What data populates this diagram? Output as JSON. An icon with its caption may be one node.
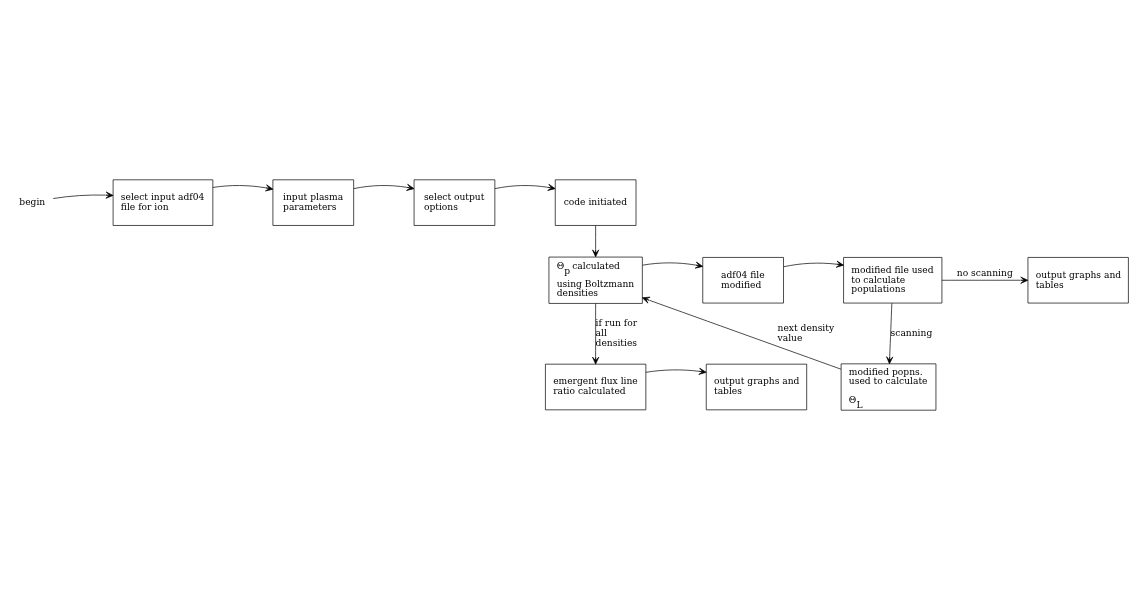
{
  "diagram": {
    "nodes": [
      {
        "text": [
          "begin"
        ]
      },
      {
        "text": [
          "select input adf04 file for ion"
        ]
      },
      {
        "text": [
          "input plasma parameters"
        ]
      },
      {
        "text": [
          "select output options"
        ]
      },
      {
        "text": [
          "code initiated"
        ]
      },
      {
        "text": [
          "Θ$_{p}$ calculated",
          "using Boltzmann densities"
        ]
      },
      {
        "text": [
          "adf04 file modified"
        ]
      },
      {
        "text": [
          "modified file used to calculate populations"
        ]
      },
      {
        "text": [
          "output graphs and tables"
        ]
      },
      {
        "text": [
          "modified popns. used to calculate",
          "Θ$_{L}$"
        ]
      },
      {
        "text": [
          "emergent flux line ratio calculated"
        ]
      },
      {
        "text": [
          "output graphs and tables"
        ]
      }
    ],
    "edges": [
      {
        "from": 0,
        "to": 1,
        "arrow": "to"
      },
      {
        "from": 1,
        "to": 2,
        "arrow": "to"
      },
      {
        "from": 2,
        "to": 3,
        "arrow": "to"
      },
      {
        "from": 3,
        "to": 4,
        "arrow": "to"
      },
      {
        "from": 4,
        "to": 5,
        "arrow": "to"
      },
      {
        "from": 5,
        "to": 6,
        "arrow": "to"
      },
      {
        "from": 6,
        "to": 7,
        "arrow": "to"
      },
      {
        "from": 7,
        "to": 8,
        "arrow": "to",
        "label": "no scanning"
      },
      {
        "from": 7,
        "to": 9,
        "arrow": "to",
        "label": "scanning"
      },
      {
        "from": 9,
        "to": 5,
        "arrow": "to",
        "label": "next density value"
      },
      {
        "from": 5,
        "to": 10,
        "arrow": "to",
        "label": "if run for all densities"
      },
      {
        "from": 10,
        "to": 11,
        "arrow": "to"
      }
    ]
  }
}
